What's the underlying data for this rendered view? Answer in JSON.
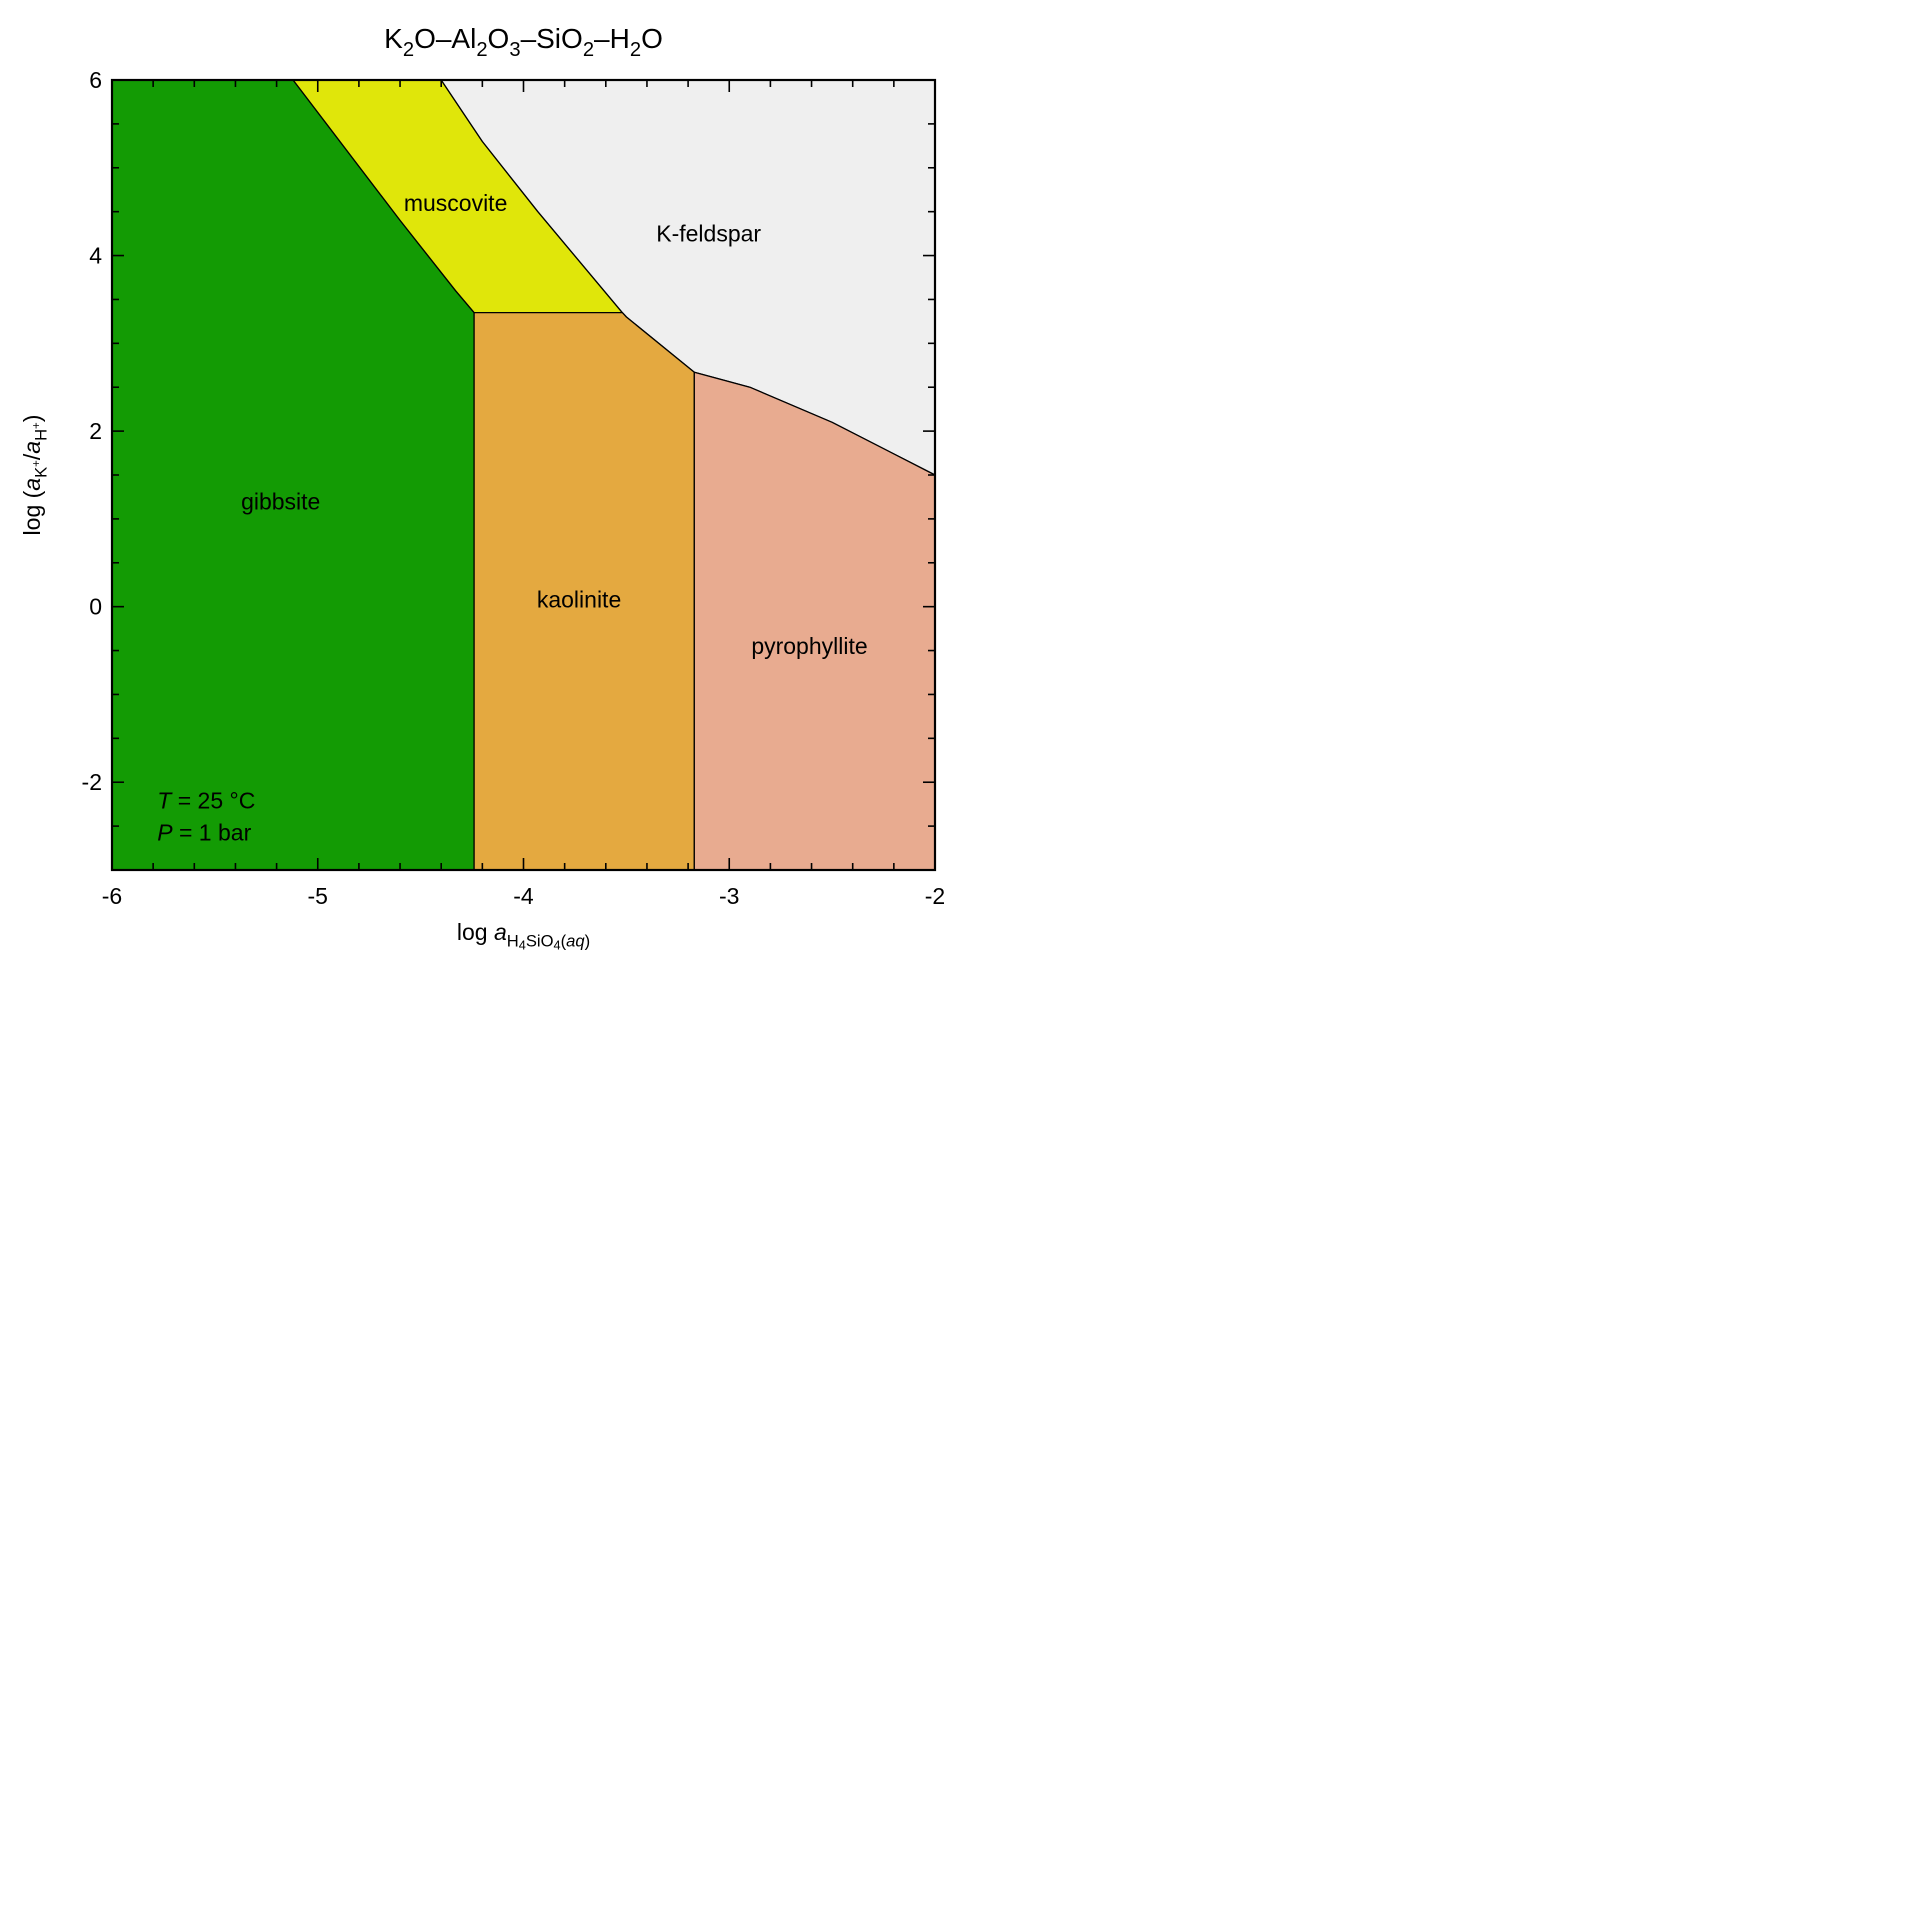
{
  "chart_data": {
    "type": "area",
    "title": {
      "parts": [
        {
          "text": "K"
        },
        {
          "text": "2",
          "sub": true
        },
        {
          "text": "O–Al"
        },
        {
          "text": "2",
          "sub": true
        },
        {
          "text": "O"
        },
        {
          "text": "3",
          "sub": true
        },
        {
          "text": "–SiO"
        },
        {
          "text": "2",
          "sub": true
        },
        {
          "text": "–H"
        },
        {
          "text": "2",
          "sub": true
        },
        {
          "text": "O"
        }
      ]
    },
    "xlabel": {
      "parts": [
        {
          "text": "log "
        },
        {
          "text": "a",
          "italic": true
        },
        {
          "text": "H",
          "sub": true
        },
        {
          "text": "4",
          "sub2": true
        },
        {
          "text": "SiO",
          "sub": true
        },
        {
          "text": "4",
          "sub2": true
        },
        {
          "text": "(",
          "sub": true
        },
        {
          "text": "aq",
          "sub": true,
          "italic": true
        },
        {
          "text": ")",
          "sub": true
        }
      ]
    },
    "ylabel": {
      "parts": [
        {
          "text": "log ("
        },
        {
          "text": "a",
          "italic": true
        },
        {
          "text": "K",
          "sub": true
        },
        {
          "text": "+",
          "subsup": true
        },
        {
          "text": "/"
        },
        {
          "text": "a",
          "italic": true
        },
        {
          "text": "H",
          "sub": true
        },
        {
          "text": "+",
          "subsup": true
        },
        {
          "text": ")"
        }
      ]
    },
    "xlim": [
      -6,
      -2
    ],
    "ylim": [
      -3,
      6
    ],
    "x_ticks": [
      -6,
      -5,
      -4,
      -3,
      -2
    ],
    "y_ticks": [
      -2,
      0,
      2,
      4,
      6
    ],
    "x_tick_labels": [
      "-6",
      "-5",
      "-4",
      "-3",
      "-2"
    ],
    "y_tick_labels": [
      "-2",
      "0",
      "2",
      "4",
      "6"
    ],
    "x_minor_step": 0.2,
    "y_minor_step": 0.5,
    "grid": false,
    "fields": [
      {
        "name": "gibbsite",
        "color": "#139b04",
        "label_at": [
          -5.18,
          1.2
        ],
        "polygon": [
          [
            -6,
            -3
          ],
          [
            -4.24,
            -3
          ],
          [
            -4.24,
            3.35
          ],
          [
            -4.33,
            3.6
          ],
          [
            -4.6,
            4.4
          ],
          [
            -5.12,
            6
          ],
          [
            -6,
            6
          ]
        ]
      },
      {
        "name": "muscovite",
        "color": "#e0e60a",
        "label_at": [
          -4.33,
          4.6
        ],
        "polygon": [
          [
            -5.12,
            6
          ],
          [
            -4.4,
            6
          ],
          [
            -4.2,
            5.3
          ],
          [
            -3.93,
            4.5
          ],
          [
            -3.52,
            3.35
          ],
          [
            -4.24,
            3.35
          ],
          [
            -4.33,
            3.6
          ],
          [
            -4.6,
            4.4
          ]
        ]
      },
      {
        "name": "K-feldspar",
        "color": "#efefef",
        "label_at": [
          -3.1,
          4.25
        ],
        "polygon": [
          [
            -4.4,
            6
          ],
          [
            -2,
            6
          ],
          [
            -2,
            1.5
          ],
          [
            -2.5,
            2.1
          ],
          [
            -2.9,
            2.5
          ],
          [
            -3.17,
            2.67
          ],
          [
            -3.5,
            3.3
          ],
          [
            -3.52,
            3.35
          ],
          [
            -3.93,
            4.5
          ],
          [
            -4.2,
            5.3
          ]
        ]
      },
      {
        "name": "kaolinite",
        "color": "#e4a940",
        "label_at": [
          -3.73,
          0.08
        ],
        "polygon": [
          [
            -4.24,
            -3
          ],
          [
            -3.17,
            -3
          ],
          [
            -3.17,
            2.67
          ],
          [
            -3.5,
            3.3
          ],
          [
            -3.52,
            3.35
          ],
          [
            -4.24,
            3.35
          ]
        ]
      },
      {
        "name": "pyrophyllite",
        "color": "#e8ab90",
        "label_at": [
          -2.61,
          -0.45
        ],
        "polygon": [
          [
            -3.17,
            -3
          ],
          [
            -2,
            -3
          ],
          [
            -2,
            1.5
          ],
          [
            -2.5,
            2.1
          ],
          [
            -2.9,
            2.5
          ],
          [
            -3.17,
            2.67
          ]
        ]
      }
    ],
    "annotations": [
      {
        "parts": [
          {
            "text": "T",
            "italic": true
          },
          {
            "text": " = 25 °C"
          }
        ]
      },
      {
        "parts": [
          {
            "text": "P",
            "italic": true
          },
          {
            "text": " = 1 bar"
          }
        ]
      }
    ],
    "annotation_at": [
      -5.78,
      -2.3
    ]
  }
}
